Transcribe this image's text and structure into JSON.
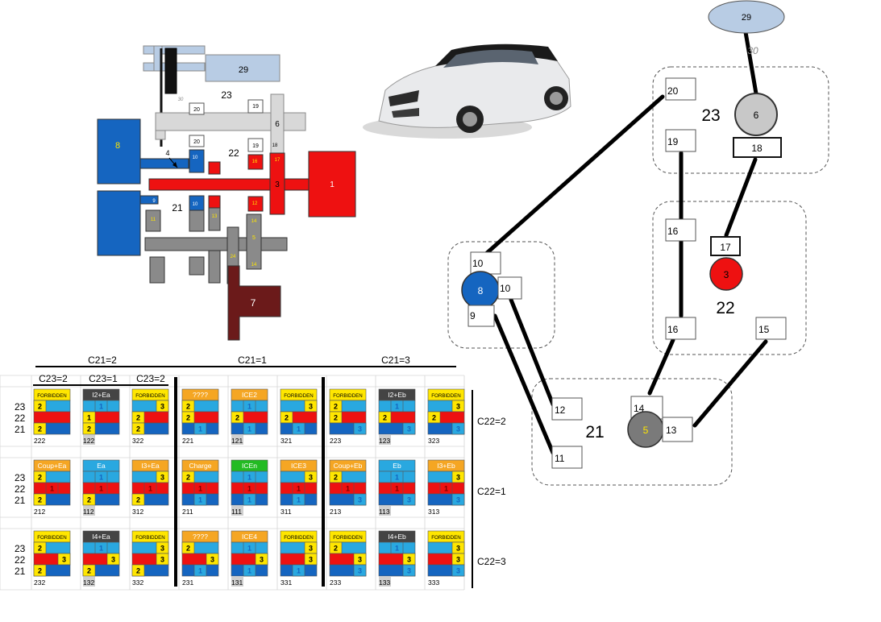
{
  "gearbox": {
    "label_29": "29",
    "label_30": "30",
    "label_23": "23",
    "label_22": "22",
    "label_21": "21",
    "label_19a": "19",
    "label_20a": "20",
    "label_6": "6",
    "label_20b": "20",
    "label_19b": "19",
    "label_18": "18",
    "label_8": "8",
    "label_4": "4",
    "label_10a": "10",
    "label_3": "3",
    "label_1": "1",
    "label_10b": "10",
    "label_9": "9",
    "label_11": "11",
    "label_13": "13",
    "label_14a": "14",
    "label_5": "5",
    "label_14b": "14",
    "label_24": "24",
    "label_7": "7",
    "label_17": "17",
    "label_16": "16",
    "label_12": "12"
  },
  "graph": {
    "n29": "29",
    "n30": "30",
    "n20": "20",
    "n23": "23",
    "n6": "6",
    "n19": "19",
    "n18": "18",
    "n16a": "16",
    "n17": "17",
    "n3": "3",
    "n22": "22",
    "n16b": "16",
    "n15": "15",
    "n10a": "10",
    "n8": "8",
    "n10b": "10",
    "n9": "9",
    "n12": "12",
    "n21": "21",
    "n14": "14",
    "n5": "5",
    "n13": "13",
    "n11": "11"
  },
  "colors": {
    "blue": "#1565c0",
    "red": "#ee1111",
    "grey": "#8a8a8a",
    "light_grey": "#d8d8d8",
    "brown": "#6b1a1a",
    "light_blue": "#b8cce4",
    "cyan": "#29a8e0",
    "yellow": "#ffe600",
    "orange": "#f5a623",
    "green": "#22bb22",
    "dark": "#444444"
  },
  "table": {
    "c21_labels": [
      "C21=2",
      "C21=1",
      "C21=3"
    ],
    "c23_labels": [
      "C23=2",
      "C23=1",
      "C23=2"
    ],
    "c22_labels": [
      "C22=2",
      "C22=1",
      "C22=3"
    ],
    "row_labels": [
      "23",
      "22",
      "21"
    ],
    "modes": [
      [
        {
          "title": "FORBIDDEN",
          "style": "yellow",
          "r23": "2",
          "r22": "",
          "r21": "2",
          "code": "222",
          "p23": 0,
          "p22": -1,
          "p21": 0
        },
        {
          "title": "I2+Ea",
          "style": "dark",
          "r23": "1",
          "r22": "1",
          "r21": "2",
          "code": "122",
          "p23": 1,
          "p22": 0,
          "p21": 0
        },
        {
          "title": "FORBIDDEN",
          "style": "yellow",
          "r23": "3",
          "r22": "2",
          "r21": "2",
          "code": "322",
          "p23": 2,
          "p22": 0,
          "p21": 0
        },
        {
          "title": "????",
          "style": "orange",
          "r23": "2",
          "r22": "2",
          "r21": "1",
          "code": "221",
          "p23": 0,
          "p22": 0,
          "p21": 1
        },
        {
          "title": "ICE2",
          "style": "orange",
          "r23": "1",
          "r22": "2",
          "r21": "1",
          "code": "121",
          "p23": 1,
          "p22": 0,
          "p21": 1
        },
        {
          "title": "FORBIDDEN",
          "style": "yellow",
          "r23": "3",
          "r22": "2",
          "r21": "1",
          "code": "321",
          "p23": 2,
          "p22": 0,
          "p21": 1
        },
        {
          "title": "FORBIDDEN",
          "style": "yellow",
          "r23": "2",
          "r22": "2",
          "r21": "3",
          "code": "223",
          "p23": 0,
          "p22": 0,
          "p21": 2
        },
        {
          "title": "I2+Eb",
          "style": "dark",
          "r23": "1",
          "r22": "2",
          "r21": "3",
          "code": "123",
          "p23": 1,
          "p22": 0,
          "p21": 2
        },
        {
          "title": "FORBIDDEN",
          "style": "yellow",
          "r23": "3",
          "r22": "2",
          "r21": "3",
          "code": "323",
          "p23": 2,
          "p22": 0,
          "p21": 2
        }
      ],
      [
        {
          "title": "Coup+Ea",
          "style": "orange",
          "r23": "2",
          "r22": "1",
          "r21": "2",
          "code": "212",
          "p23": 0,
          "p22": 1,
          "p21": 0
        },
        {
          "title": "Ea",
          "style": "cyan",
          "r23": "1",
          "r22": "1",
          "r21": "2",
          "code": "112",
          "p23": 1,
          "p22": 1,
          "p21": 0
        },
        {
          "title": "I3+Ea",
          "style": "orange",
          "r23": "3",
          "r22": "1",
          "r21": "2",
          "code": "312",
          "p23": 2,
          "p22": 1,
          "p21": 0
        },
        {
          "title": "Charge",
          "style": "orange",
          "r23": "2",
          "r22": "1",
          "r21": "1",
          "code": "211",
          "p23": 0,
          "p22": 1,
          "p21": 1
        },
        {
          "title": "ICEn",
          "style": "green",
          "r23": "1",
          "r22": "1",
          "r21": "1",
          "code": "111",
          "p23": 1,
          "p22": 1,
          "p21": 1
        },
        {
          "title": "ICE3",
          "style": "orange",
          "r23": "3",
          "r22": "1",
          "r21": "1",
          "code": "311",
          "p23": 2,
          "p22": 1,
          "p21": 1
        },
        {
          "title": "Coup+Eb",
          "style": "orange",
          "r23": "2",
          "r22": "1",
          "r21": "3",
          "code": "213",
          "p23": 0,
          "p22": 1,
          "p21": 2
        },
        {
          "title": "Eb",
          "style": "cyan",
          "r23": "1",
          "r22": "1",
          "r21": "3",
          "code": "113",
          "p23": 1,
          "p22": 1,
          "p21": 2
        },
        {
          "title": "I3+Eb",
          "style": "orange",
          "r23": "3",
          "r22": "1",
          "r21": "3",
          "code": "313",
          "p23": 2,
          "p22": 1,
          "p21": 2
        }
      ],
      [
        {
          "title": "FORBIDDEN",
          "style": "yellow",
          "r23": "2",
          "r22": "3",
          "r21": "2",
          "code": "232",
          "p23": 0,
          "p22": 2,
          "p21": 0
        },
        {
          "title": "I4+Ea",
          "style": "dark",
          "r23": "1",
          "r22": "3",
          "r21": "2",
          "code": "132",
          "p23": 1,
          "p22": 2,
          "p21": 0
        },
        {
          "title": "FORBIDDEN",
          "style": "yellow",
          "r23": "3",
          "r22": "3",
          "r21": "2",
          "code": "332",
          "p23": 2,
          "p22": 2,
          "p21": 0
        },
        {
          "title": "????",
          "style": "orange",
          "r23": "2",
          "r22": "3",
          "r21": "1",
          "code": "231",
          "p23": 0,
          "p22": 2,
          "p21": 1
        },
        {
          "title": "ICE4",
          "style": "orange",
          "r23": "1",
          "r22": "3",
          "r21": "1",
          "code": "131",
          "p23": 1,
          "p22": 2,
          "p21": 1
        },
        {
          "title": "FORBIDDEN",
          "style": "yellow",
          "r23": "3",
          "r22": "3",
          "r21": "1",
          "code": "331",
          "p23": 2,
          "p22": 2,
          "p21": 1
        },
        {
          "title": "FORBIDDEN",
          "style": "yellow",
          "r23": "2",
          "r22": "3",
          "r21": "3",
          "code": "233",
          "p23": 0,
          "p22": 2,
          "p21": 2
        },
        {
          "title": "I4+Eb",
          "style": "dark",
          "r23": "1",
          "r22": "3",
          "r21": "3",
          "code": "133",
          "p23": 1,
          "p22": 2,
          "p21": 2
        },
        {
          "title": "FORBIDDEN",
          "style": "yellow",
          "r23": "3",
          "r22": "3",
          "r21": "3",
          "code": "333",
          "p23": 2,
          "p22": 2,
          "p21": 2
        }
      ]
    ]
  }
}
